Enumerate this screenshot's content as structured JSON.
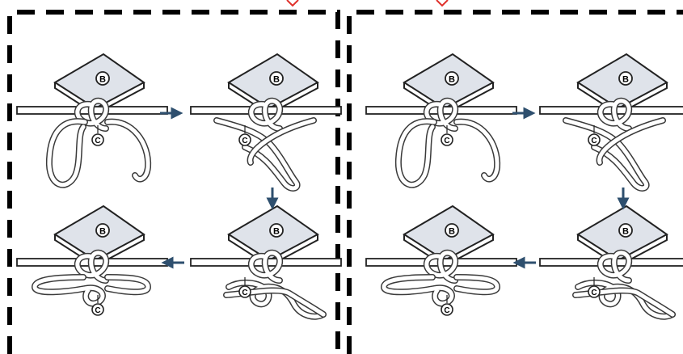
{
  "panels": [
    {
      "id": "left",
      "steps": [
        {
          "stage": 1,
          "labels": {
            "plate": "B",
            "point": "C"
          }
        },
        {
          "stage": 2,
          "labels": {
            "plate": "B",
            "point": "C"
          }
        },
        {
          "stage": 3,
          "labels": {
            "plate": "B",
            "point": "C"
          }
        },
        {
          "stage": 4,
          "labels": {
            "plate": "B",
            "point": "C"
          }
        }
      ]
    },
    {
      "id": "right",
      "steps": [
        {
          "stage": 1,
          "labels": {
            "plate": "B",
            "point": "C"
          }
        },
        {
          "stage": 2,
          "labels": {
            "plate": "B",
            "point": "C"
          }
        },
        {
          "stage": 3,
          "labels": {
            "plate": "B",
            "point": "C"
          }
        },
        {
          "stage": 4,
          "labels": {
            "plate": "B",
            "point": "C"
          }
        }
      ]
    }
  ],
  "arrows": [
    "right",
    "down",
    "left"
  ],
  "colors": {
    "border": "#000000",
    "arrow": "#2e4f6e",
    "plate_fill": "#dfe3ea",
    "rope": "#3a3a3a",
    "marker_red": "#e0302a"
  }
}
